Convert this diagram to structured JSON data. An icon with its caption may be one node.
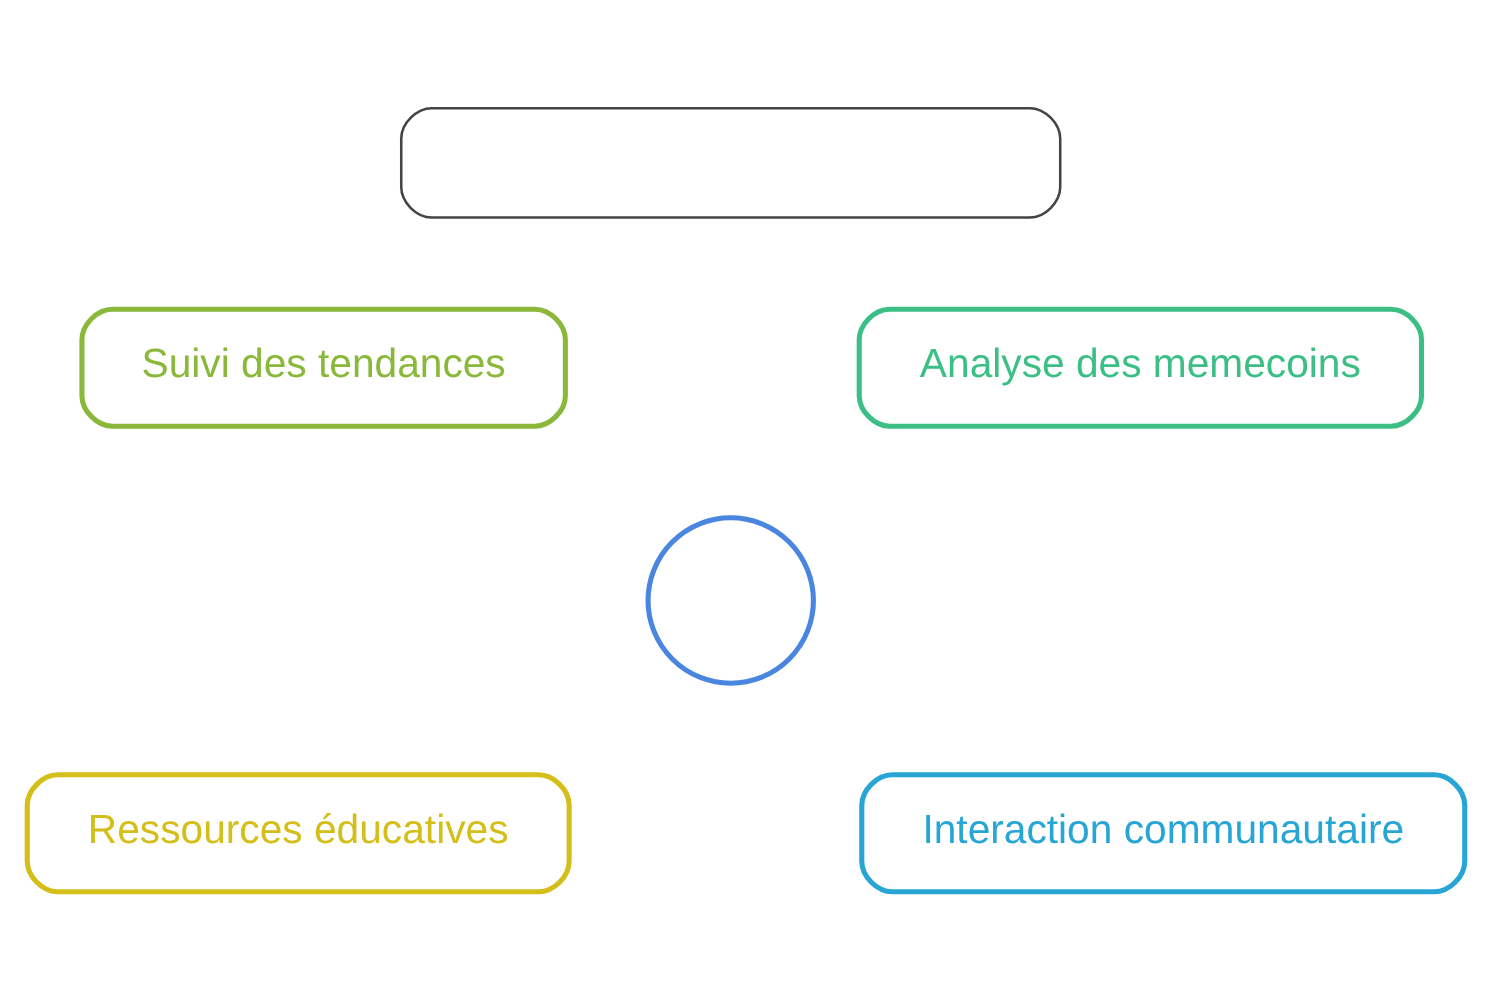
{
  "diagram": {
    "nodes": [
      {
        "text": [],
        "shape": "box"
      },
      {
        "text": [
          "Suivi des tendances"
        ]
      },
      {
        "text": [
          "Analyse des memecoins"
        ]
      },
      {
        "text": [],
        "shape": "circle"
      },
      {
        "text": [
          "Ressources éducatives"
        ]
      },
      {
        "text": [
          "Interaction communautaire"
        ]
      }
    ],
    "edges": []
  }
}
